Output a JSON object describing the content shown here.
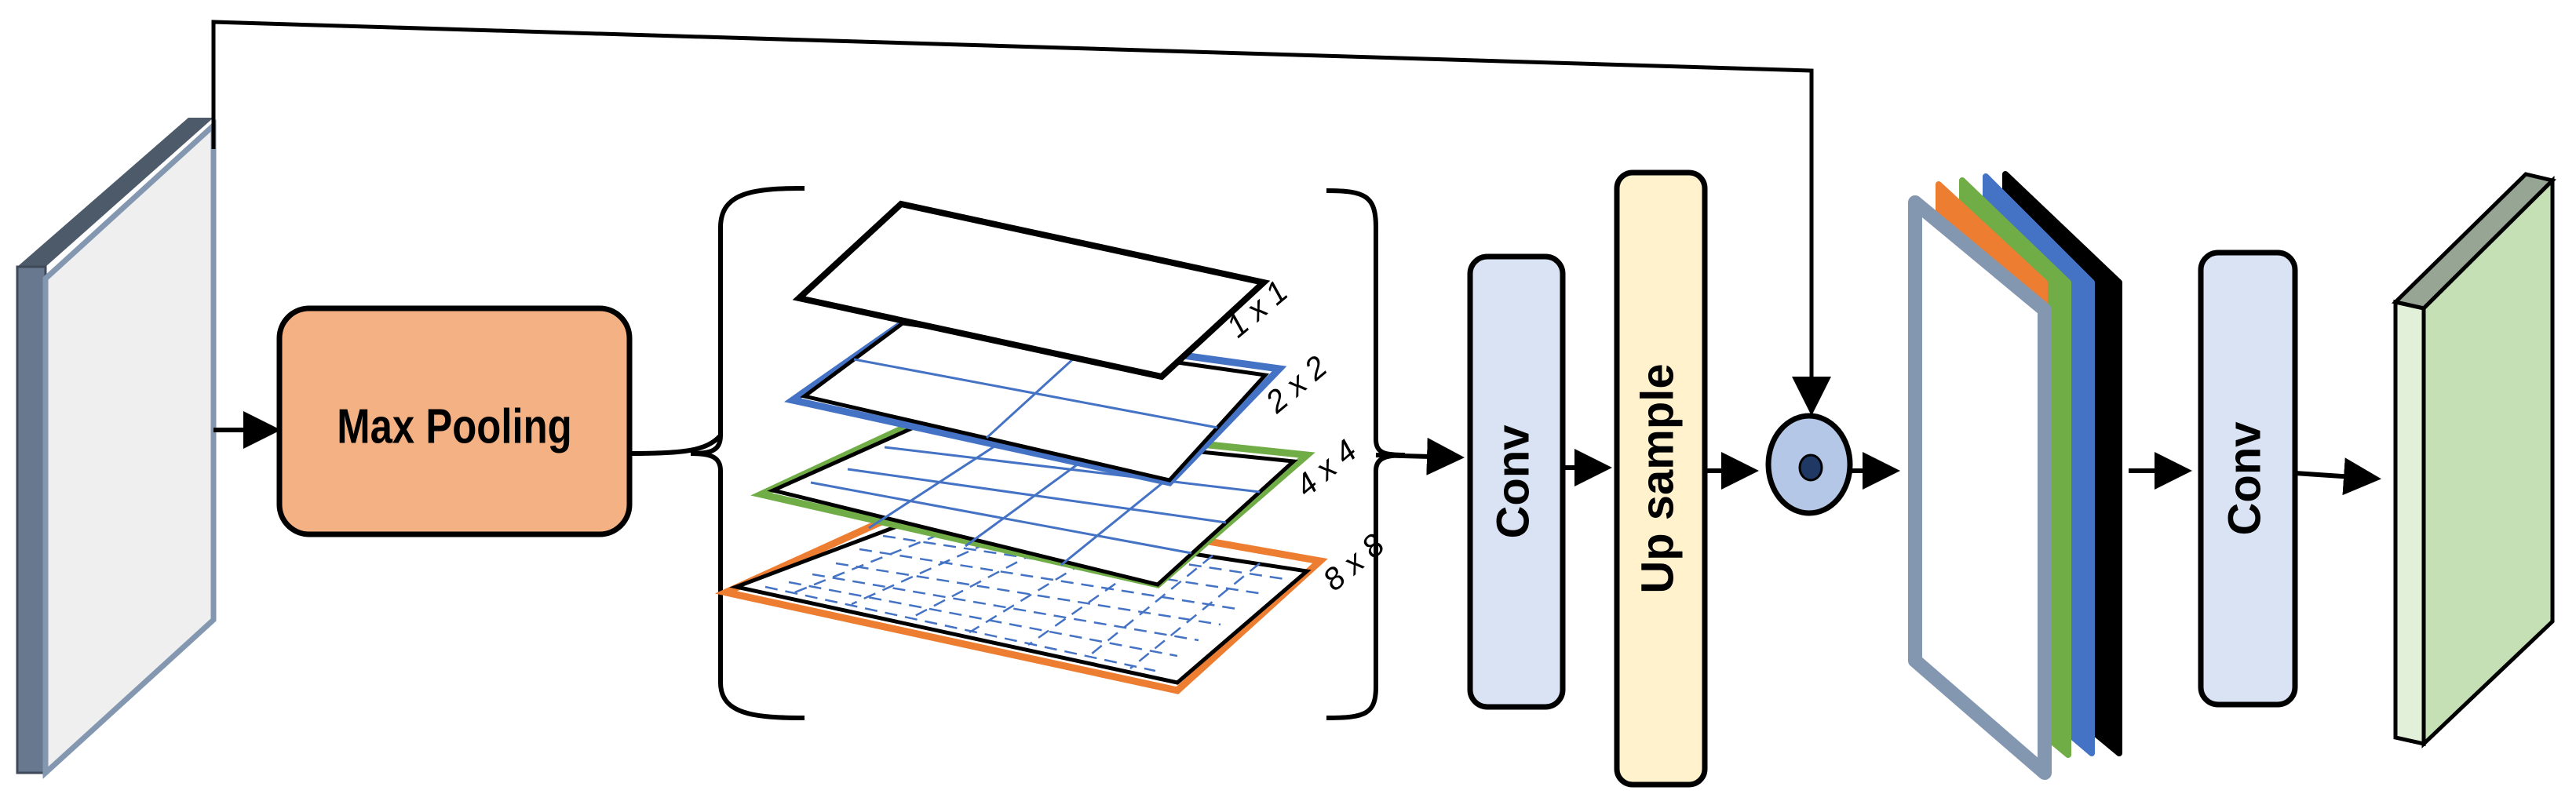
{
  "diagram": {
    "blocks": {
      "max_pooling": "Max Pooling",
      "conv_1": "Conv",
      "up_sample": "Up sample",
      "conv_2": "Conv"
    },
    "pool_levels": [
      "1 x 1",
      "2 x 2",
      "4 x 4",
      "8 x 8"
    ],
    "colors": {
      "max_pooling_fill": "#f4b183",
      "conv_fill": "#dae3f3",
      "upsample_fill": "#fff2cc",
      "input_face": "#efefef",
      "input_edge": "#67788f",
      "input_top": "#4d5a6a",
      "output_face": "#c5e0b4",
      "output_top": "#97a594",
      "level_1x1": "#000000",
      "level_2x2": "#4472c4",
      "level_4x4": "#70ad47",
      "level_8x8": "#ed7d31",
      "concat_slab": "#8497b0",
      "multiply_fill": "#b4c7e7"
    }
  }
}
